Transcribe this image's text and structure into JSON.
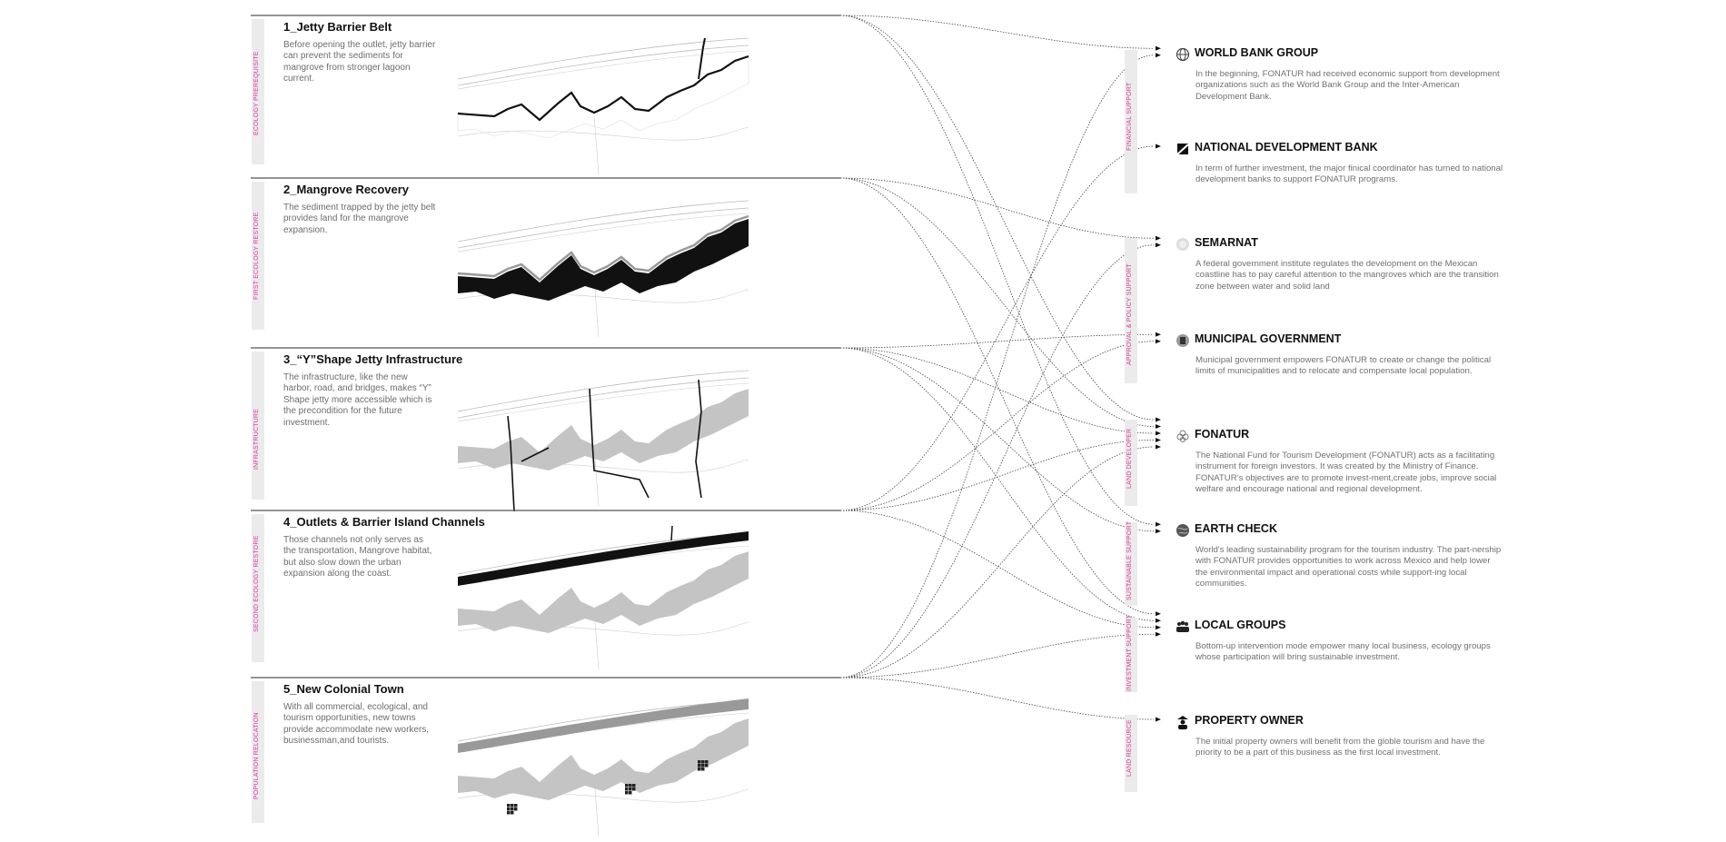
{
  "sections": [
    {
      "title": "1_Jetty Barrier Belt",
      "desc": "Before opening the outlet, jetty barrier can prevent the sediments for mangrove from stronger lagoon current.",
      "category": "ECOLOGY PREREQUISITE"
    },
    {
      "title": "2_Mangrove Recovery",
      "desc": "The sediment trapped by the jetty belt provides land for the mangrove expansion.",
      "category": "FIRST ECOLOGY RESTORE"
    },
    {
      "title": "3_“Y”Shape Jetty Infrastructure",
      "desc": "The infrastructure, like the new harbor, road, and bridges, makes “Y” Shape jetty more accessible which is the precondition for the future investment.",
      "category": "INFRASTRUCTURE"
    },
    {
      "title": "4_Outlets & Barrier Island Channels",
      "desc": "Those channels not only serves as the transportation, Mangrove habitat, but also slow down the urban expansion along the coast.",
      "category": "SECOND ECOLOGY RESTORE"
    },
    {
      "title": "5_New Colonial Town",
      "desc": "With all commercial, ecological, and tourism opportunities, new towns provide accommodate new workers, businessman,and tourists.",
      "category": "POPULATION RELOCATION"
    }
  ],
  "categories": [
    "FINANCIAL SUPPORT",
    "APPROVAL & POLICY SUPPORT",
    "LAND DEVELOPER",
    "SUSTAINABLE SUPPORT",
    "INVESTMENT SUPPORT",
    "LAND RESOURCE"
  ],
  "entities": [
    {
      "title": "WORLD BANK GROUP",
      "icon": "globe-icon",
      "desc": "In the beginning, FONATUR had received economic support from development organizations such as the World Bank Group and the Inter-American Development Bank."
    },
    {
      "title": "NATIONAL DEVELOPMENT BANK",
      "icon": "bank-logo-icon",
      "desc": "In term of further investment, the major finical coordinator has turned to national development banks to support FONATUR programs."
    },
    {
      "title": "SEMARNAT",
      "icon": "seal-icon",
      "desc": "A federal government institute regulates the development on the Mexican coastline has to pay careful attention to the mangroves which are the transition zone between water and solid land"
    },
    {
      "title": "MUNICIPAL GOVERNMENT",
      "icon": "crest-icon",
      "desc": "Municipal government empowers FONATUR  to create or change the political limits of municipalities and to relocate and compensate local population."
    },
    {
      "title": "FONATUR",
      "icon": "flower-icon",
      "desc": "The National Fund for Tourism Development (FONATUR) acts as a facilitating instrument for foreign investors. It was created by the Ministry of Finance. FONATUR’s objectives are to promote invest-ment,create jobs, improve social welfare and encourage national and regional development."
    },
    {
      "title": "EARTH CHECK",
      "icon": "earth-icon",
      "desc": " World's leading sustainability program for the tourism industry. The part-nership with FONATUR provides opportunities to work across Mexico and help lower the environmental impact and operational costs while support-ing local communities."
    },
    {
      "title": "LOCAL GROUPS",
      "icon": "people-group-icon",
      "desc": "Bottom-up intervention mode empower many local business, ecology groups whose participation will bring sustainable investment."
    },
    {
      "title": "PROPERTY OWNER",
      "icon": "person-hat-icon",
      "desc": "The initial property owners will benefit from the globle tourism and have the priority to be a part of this business as the first local investment."
    }
  ],
  "connections": [
    {
      "section": 1,
      "entity": 1
    },
    {
      "section": 5,
      "entity": 1
    },
    {
      "section": 4,
      "entity": 2
    },
    {
      "section": 2,
      "entity": 3
    },
    {
      "section": 5,
      "entity": 3
    },
    {
      "section": 3,
      "entity": 4
    },
    {
      "section": 4,
      "entity": 4
    },
    {
      "section": 1,
      "entity": 5
    },
    {
      "section": 2,
      "entity": 5
    },
    {
      "section": 3,
      "entity": 5
    },
    {
      "section": 4,
      "entity": 5
    },
    {
      "section": 5,
      "entity": 5
    },
    {
      "section": 1,
      "entity": 6
    },
    {
      "section": 3,
      "entity": 6
    },
    {
      "section": 2,
      "entity": 7
    },
    {
      "section": 3,
      "entity": 7
    },
    {
      "section": 4,
      "entity": 7
    },
    {
      "section": 5,
      "entity": 7
    },
    {
      "section": 5,
      "entity": 8
    }
  ],
  "colors": {
    "accent": "#d9399a",
    "bar": "#ebebec",
    "text": "#111111",
    "desc": "#6d6d6d"
  }
}
